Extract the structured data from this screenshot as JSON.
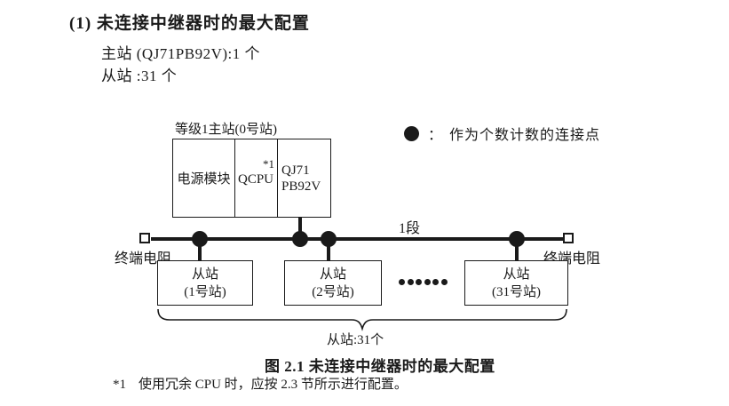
{
  "header": {
    "title": "(1) 未连接中继器时的最大配置",
    "master_line": "主站 (QJ71PB92V):1 个",
    "slave_line": "从站 :31 个"
  },
  "legend": {
    "colon": "：",
    "text": "作为个数计数的连接点"
  },
  "diagram": {
    "master": {
      "label": "等级1主站(0号站)",
      "power_module": "电源模块",
      "cpu": "QCPU",
      "cpu_note_ref": "*1",
      "module_line1": "QJ71",
      "module_line2": "PB92V"
    },
    "segment_label": "1段",
    "terminator_left": "终端电阻",
    "terminator_right": "终端电阻",
    "slaves": [
      {
        "line1": "从站",
        "line2": "(1号站)"
      },
      {
        "line1": "从站",
        "line2": "(2号站)"
      },
      {
        "line1": "从站",
        "line2": "(31号站)"
      }
    ],
    "brace_label": "从站:31个"
  },
  "caption": "图 2.1 未连接中继器时的最大配置",
  "footnote": {
    "marker": "*1",
    "text": "使用冗余 CPU 时，应按 2.3 节所示进行配置。"
  },
  "colors": {
    "ink": "#1a1a1a",
    "background": "#ffffff"
  }
}
